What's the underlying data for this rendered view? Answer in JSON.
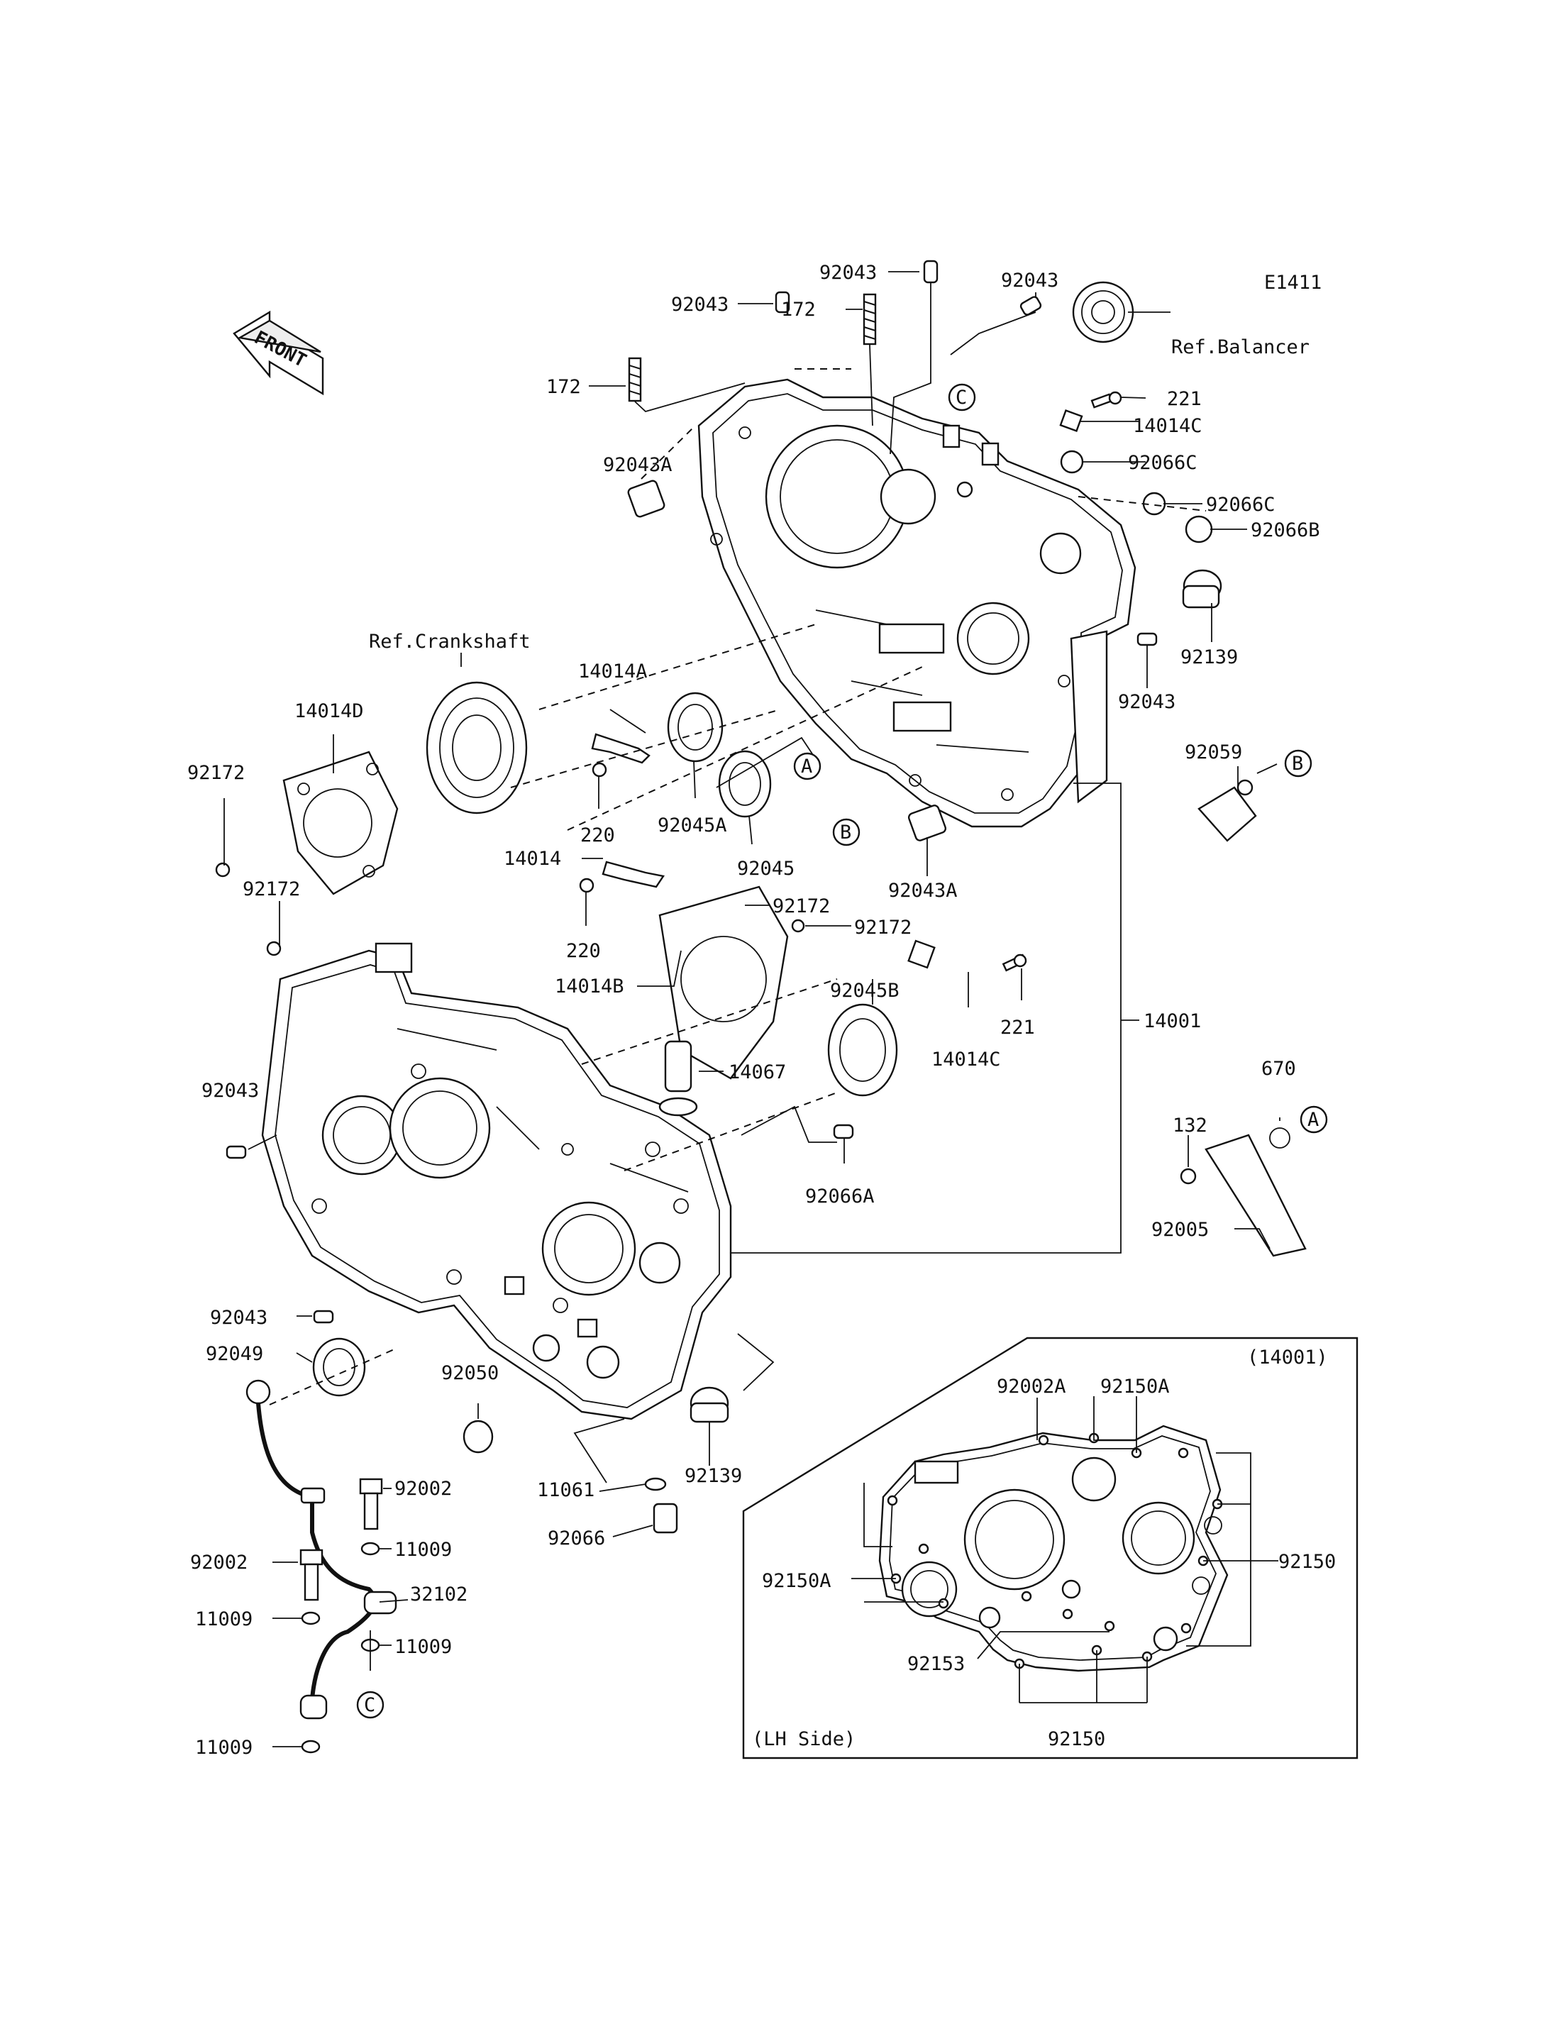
{
  "diagram_code": "E1411",
  "front_label": "FRONT",
  "inset": {
    "title": "(14001)",
    "side_label": "(LH Side)"
  },
  "callouts": [
    "A",
    "B",
    "C"
  ],
  "refs": {
    "balancer": "Ref.Balancer",
    "crankshaft": "Ref.Crankshaft"
  },
  "labels": {
    "p92043_top": "92043",
    "p172_top": "172",
    "p92043_mid": "92043",
    "p92043_right": "92043",
    "p172_left": "172",
    "p92043A_top": "92043A",
    "p221_top": "221",
    "p14014C_top": "14014C",
    "p92066C_a": "92066C",
    "p92066C_b": "92066C",
    "p92066B": "92066B",
    "p92139_right": "92139",
    "p92043_right2": "92043",
    "p92059": "92059",
    "p14014A": "14014A",
    "p14014D": "14014D",
    "p92172_a": "92172",
    "p92172_b": "92172",
    "p220_a": "220",
    "p92045A": "92045A",
    "p92045": "92045",
    "p92043A_mid": "92043A",
    "p14014": "14014",
    "p220_b": "220",
    "p92172_c": "92172",
    "p92172_d": "92172",
    "p14014B": "14014B",
    "p92045B": "92045B",
    "p221_mid": "221",
    "p14014C_mid": "14014C",
    "p14001": "14001",
    "p14067": "14067",
    "p92043_left": "92043",
    "p92066A": "92066A",
    "p670": "670",
    "p132": "132",
    "p92005": "92005",
    "p92043_low": "92043",
    "p92049": "92049",
    "p92050": "92050",
    "p92139_low": "92139",
    "p92002_a": "92002",
    "p11009_a": "11009",
    "p32102": "32102",
    "p11009_b": "11009",
    "p92002_b": "92002",
    "p11009_c": "11009",
    "p11009_d": "11009",
    "p11061": "11061",
    "p92066": "92066",
    "p92002A": "92002A",
    "p92150A_top": "92150A",
    "p92150A_left": "92150A",
    "p92150_right": "92150",
    "p92153": "92153",
    "p92150_bottom": "92150"
  }
}
